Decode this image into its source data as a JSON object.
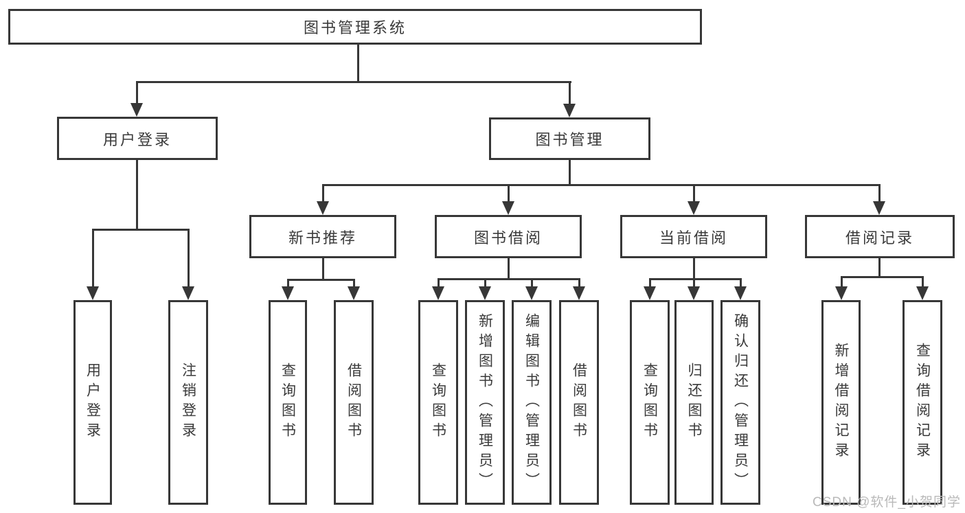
{
  "tree": {
    "root": {
      "label": "图书管理系统"
    },
    "branches": [
      {
        "label": "用户登录",
        "children": [
          {
            "label": "用户登录"
          },
          {
            "label": "注销登录"
          }
        ]
      },
      {
        "label": "图书管理",
        "children": [
          {
            "label": "新书推荐",
            "children": [
              {
                "label": "查询图书"
              },
              {
                "label": "借阅图书"
              }
            ]
          },
          {
            "label": "图书借阅",
            "children": [
              {
                "label": "查询图书"
              },
              {
                "label": "新增图书（管理员）"
              },
              {
                "label": "编辑图书（管理员）"
              },
              {
                "label": "借阅图书"
              }
            ]
          },
          {
            "label": "当前借阅",
            "children": [
              {
                "label": "查询图书"
              },
              {
                "label": "归还图书"
              },
              {
                "label": "确认归还（管理员）"
              }
            ]
          },
          {
            "label": "借阅记录",
            "children": [
              {
                "label": "新增借阅记录"
              },
              {
                "label": "查询借阅记录"
              }
            ]
          }
        ]
      }
    ]
  },
  "watermark": "CSDN @软件_小贺同学",
  "colors": {
    "line": "#373737",
    "text": "#3a3a3a",
    "watermark": "#b9b9b9",
    "background": "#ffffff"
  }
}
